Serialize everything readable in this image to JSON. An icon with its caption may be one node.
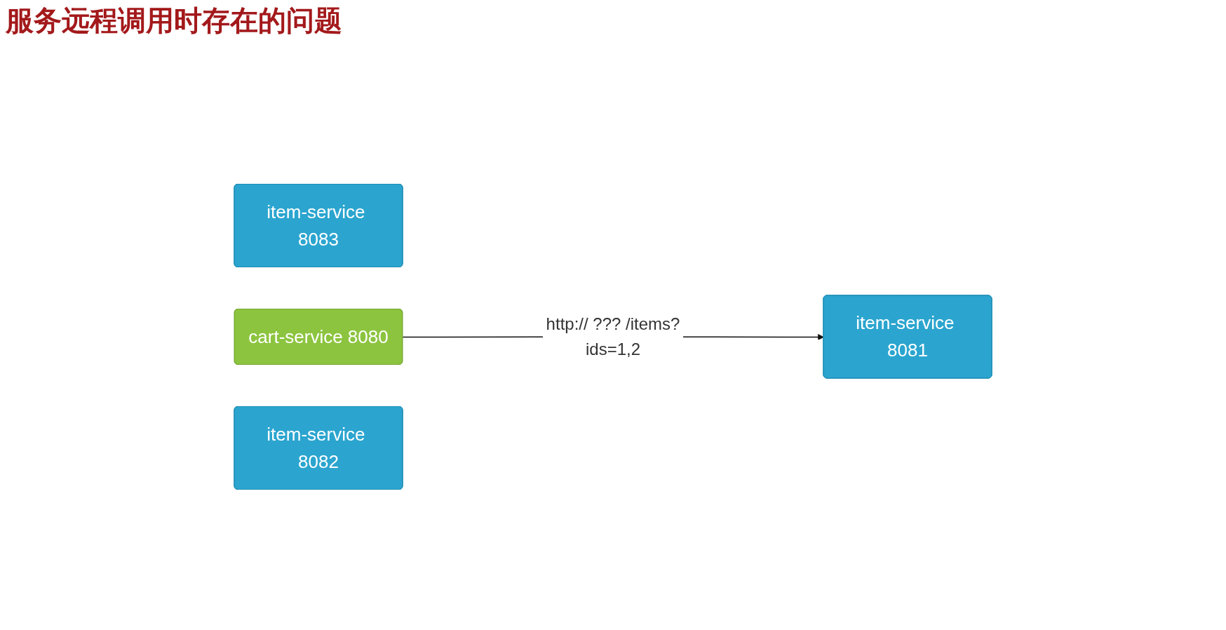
{
  "diagram": {
    "title": "服务远程调用时存在的问题",
    "nodes": [
      {
        "text": [
          "item-service 8083"
        ]
      },
      {
        "text": [
          "cart-service 8080"
        ]
      },
      {
        "text": [
          "item-service 8081"
        ]
      },
      {
        "text": [
          "item-service 8082"
        ]
      }
    ],
    "edges": [
      {
        "from": 1,
        "to": 2,
        "arrow": "to",
        "label": "http:// ??? /items?ids=1,2"
      }
    ]
  }
}
